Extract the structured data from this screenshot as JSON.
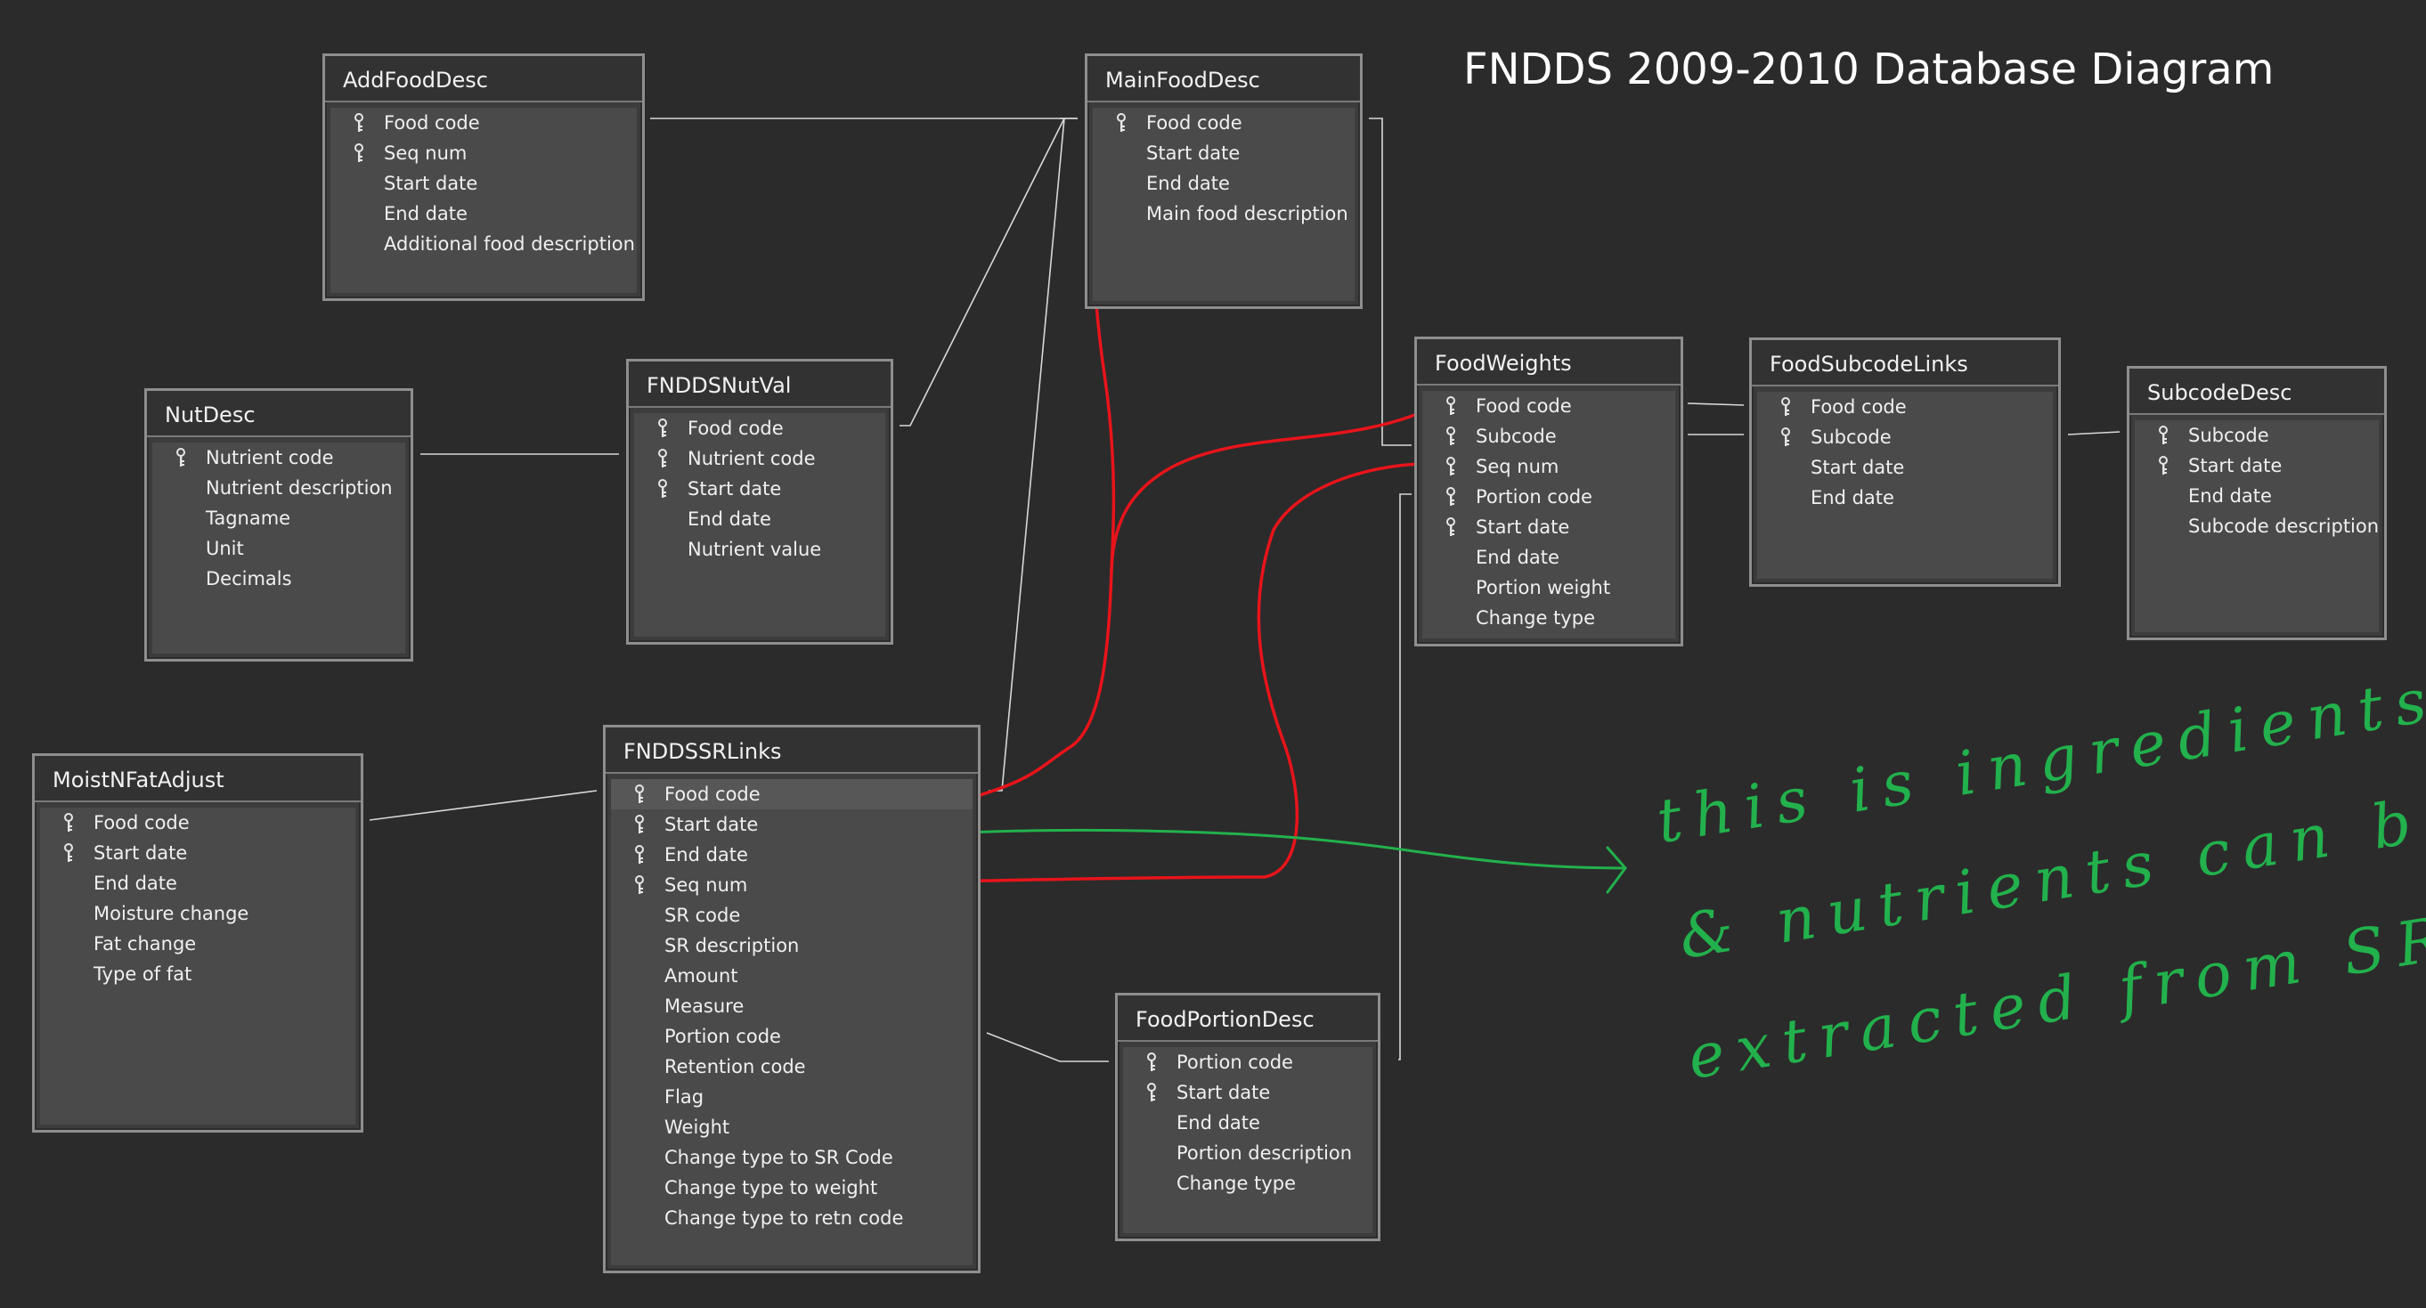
{
  "title": "FNDDS 2009-2010 Database Diagram",
  "tables": [
    {
      "id": "AddFoodDesc",
      "name": "AddFoodDesc",
      "columns": [
        {
          "name": "Food code",
          "key": true
        },
        {
          "name": "Seq num",
          "key": true
        },
        {
          "name": "Start date",
          "key": false
        },
        {
          "name": "End date",
          "key": false
        },
        {
          "name": "Additional food description",
          "key": false
        }
      ]
    },
    {
      "id": "MainFoodDesc",
      "name": "MainFoodDesc",
      "columns": [
        {
          "name": "Food code",
          "key": true
        },
        {
          "name": "Start date",
          "key": false
        },
        {
          "name": "End date",
          "key": false
        },
        {
          "name": "Main food description",
          "key": false
        }
      ]
    },
    {
      "id": "NutDesc",
      "name": "NutDesc",
      "columns": [
        {
          "name": "Nutrient code",
          "key": true
        },
        {
          "name": "Nutrient description",
          "key": false
        },
        {
          "name": "Tagname",
          "key": false
        },
        {
          "name": "Unit",
          "key": false
        },
        {
          "name": "Decimals",
          "key": false
        }
      ]
    },
    {
      "id": "FNDDSNutVal",
      "name": "FNDDSNutVal",
      "columns": [
        {
          "name": "Food code",
          "key": true
        },
        {
          "name": "Nutrient code",
          "key": true
        },
        {
          "name": "Start date",
          "key": true
        },
        {
          "name": "End date",
          "key": false
        },
        {
          "name": "Nutrient value",
          "key": false
        }
      ]
    },
    {
      "id": "FoodWeights",
      "name": "FoodWeights",
      "columns": [
        {
          "name": "Food code",
          "key": true
        },
        {
          "name": "Subcode",
          "key": true
        },
        {
          "name": "Seq num",
          "key": true
        },
        {
          "name": "Portion code",
          "key": true
        },
        {
          "name": "Start date",
          "key": true
        },
        {
          "name": "End date",
          "key": false
        },
        {
          "name": "Portion weight",
          "key": false
        },
        {
          "name": "Change type",
          "key": false
        }
      ]
    },
    {
      "id": "FoodSubcodeLinks",
      "name": "FoodSubcodeLinks",
      "columns": [
        {
          "name": "Food code",
          "key": true
        },
        {
          "name": "Subcode",
          "key": true
        },
        {
          "name": "Start date",
          "key": false
        },
        {
          "name": "End date",
          "key": false
        }
      ]
    },
    {
      "id": "SubcodeDesc",
      "name": "SubcodeDesc",
      "columns": [
        {
          "name": "Subcode",
          "key": true
        },
        {
          "name": "Start date",
          "key": true
        },
        {
          "name": "End date",
          "key": false
        },
        {
          "name": "Subcode description",
          "key": false
        }
      ]
    },
    {
      "id": "MoistNFatAdjust",
      "name": "MoistNFatAdjust",
      "columns": [
        {
          "name": "Food code",
          "key": true
        },
        {
          "name": "Start date",
          "key": true
        },
        {
          "name": "End date",
          "key": false
        },
        {
          "name": "Moisture change",
          "key": false
        },
        {
          "name": "Fat change",
          "key": false
        },
        {
          "name": "Type of fat",
          "key": false
        }
      ]
    },
    {
      "id": "FNDDSSRLinks",
      "name": "FNDDSSRLinks",
      "columns": [
        {
          "name": "Food code",
          "key": true,
          "selected": true
        },
        {
          "name": "Start date",
          "key": true
        },
        {
          "name": "End date",
          "key": true
        },
        {
          "name": "Seq num",
          "key": true
        },
        {
          "name": "SR code",
          "key": false
        },
        {
          "name": "SR description",
          "key": false
        },
        {
          "name": "Amount",
          "key": false
        },
        {
          "name": "Measure",
          "key": false
        },
        {
          "name": "Portion code",
          "key": false
        },
        {
          "name": "Retention code",
          "key": false
        },
        {
          "name": "Flag",
          "key": false
        },
        {
          "name": "Weight",
          "key": false
        },
        {
          "name": "Change type to SR Code",
          "key": false
        },
        {
          "name": "Change type to weight",
          "key": false
        },
        {
          "name": "Change type to retn code",
          "key": false
        }
      ]
    },
    {
      "id": "FoodPortionDesc",
      "name": "FoodPortionDesc",
      "columns": [
        {
          "name": "Portion code",
          "key": true
        },
        {
          "name": "Start date",
          "key": true
        },
        {
          "name": "End date",
          "key": false
        },
        {
          "name": "Portion description",
          "key": false
        },
        {
          "name": "Change type",
          "key": false
        }
      ]
    }
  ],
  "annotation": {
    "lines": [
      "this is ingredients",
      "& nutrients can be",
      "extracted from SR"
    ],
    "color": "#22b14c"
  },
  "colors": {
    "ink_red": "#e8141a",
    "ink_green": "#22b14c",
    "relationship_line": "#d8d8d8"
  }
}
